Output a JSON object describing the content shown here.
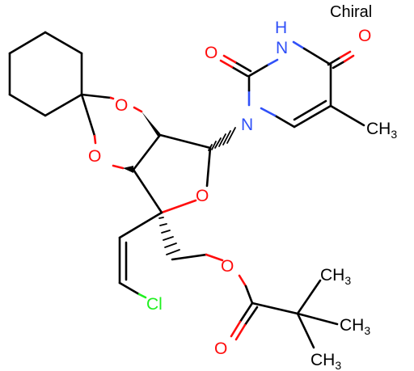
{
  "chiral_label": "Chiral",
  "atoms": {
    "o_dioxolane_top": "O",
    "o_dioxolane_bottom": "O",
    "o_ring": "O",
    "o_ester": "O",
    "o_carbonyl_ester": "O",
    "o_c2": "O",
    "o_c4": "O",
    "n1": "N",
    "n3_h": "H",
    "n3_n": "N",
    "cl": "Cl",
    "ch3_5_main": "CH",
    "ch3_5_sub": "3",
    "ch3_a_main": "CH",
    "ch3_a_sub": "3",
    "ch3_b_main": "CH",
    "ch3_b_sub": "3",
    "ch3_c_main": "CH",
    "ch3_c_sub": "3"
  },
  "colors": {
    "oxygen": "#ff0d0d",
    "nitrogen": "#3050f8",
    "chlorine": "#1ff01f",
    "carbon": "#000000"
  }
}
